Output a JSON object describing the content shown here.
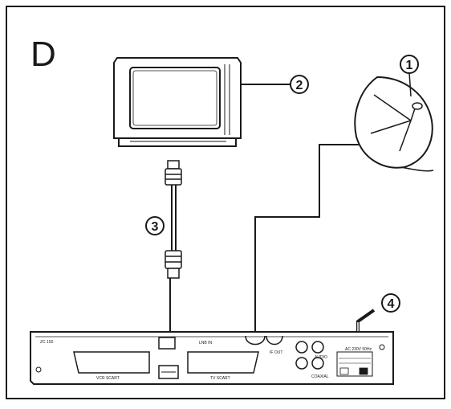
{
  "diagram": {
    "panel_letter": "D",
    "callouts": [
      {
        "id": "dish",
        "label": "1"
      },
      {
        "id": "tv",
        "label": "2"
      },
      {
        "id": "cable",
        "label": "3"
      },
      {
        "id": "power",
        "label": "4"
      }
    ],
    "receiver": {
      "top_left_text": "ZC 150",
      "scart_tv_label": "VCR SCART",
      "scart_vcr_label": "TV SCART",
      "lnb_label": "LNB IN",
      "lnb_out_label": "IF OUT",
      "audio_label": "AUDIO",
      "coaxial_label": "COAXIAL",
      "power_label": "AC 230V 50Hz"
    }
  },
  "colors": {
    "ink": "#1a1a1a",
    "background": "#ffffff"
  }
}
